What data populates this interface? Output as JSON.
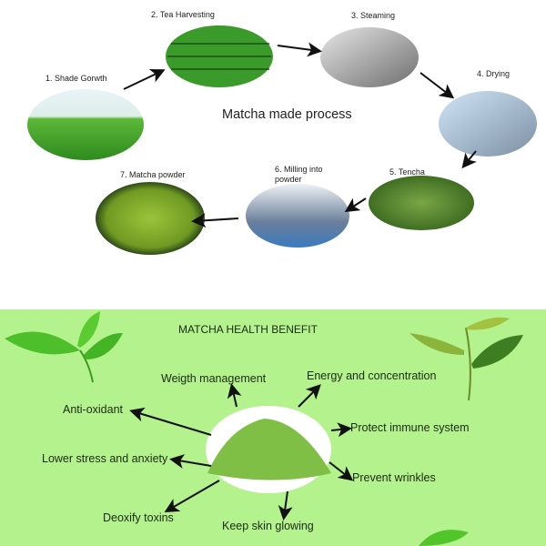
{
  "process": {
    "title": "Matcha made process",
    "steps": [
      {
        "label": "1. Shade Gorwth"
      },
      {
        "label": "2. Tea Harvesting"
      },
      {
        "label": "3. Steaming"
      },
      {
        "label": "4. Drying"
      },
      {
        "label": "5. Tencha"
      },
      {
        "label": "6. Milling into powder"
      },
      {
        "label": "7. Matcha powder"
      }
    ]
  },
  "benefits": {
    "title": "MATCHA HEALTH BENEFIT",
    "items": [
      {
        "label": "Weigth management"
      },
      {
        "label": "Energy and concentration"
      },
      {
        "label": "Anti-oxidant"
      },
      {
        "label": "Protect immune system"
      },
      {
        "label": "Lower stress and anxiety"
      },
      {
        "label": "Prevent wrinkles"
      },
      {
        "label": "Deoxify toxins"
      },
      {
        "label": "Keep skin glowing"
      }
    ]
  },
  "colors": {
    "background_green": "#b3f28c",
    "matcha": "#7cb342"
  }
}
